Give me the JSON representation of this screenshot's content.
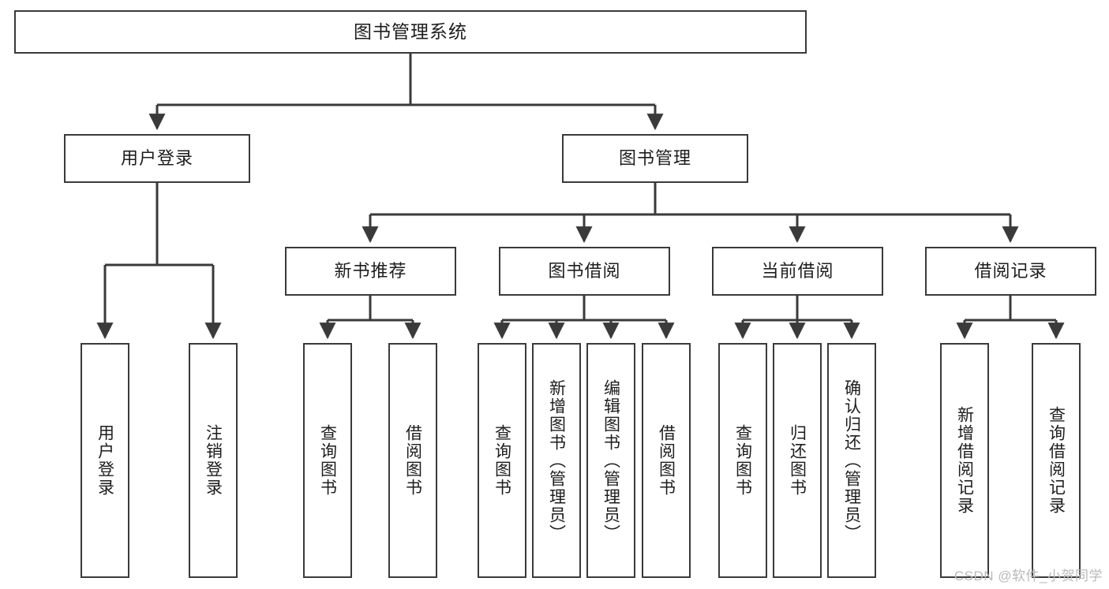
{
  "diagram": {
    "title": "图书管理系统",
    "type": "hierarchy-tree",
    "style": {
      "box_border_color": "#3a3a3a",
      "box_fill": "#ffffff",
      "connector_color": "#3a3a3a",
      "text_color": "#1d1d1d",
      "background": "#ffffff",
      "watermark_color": "#b9b9b9"
    },
    "watermark": "CSDN @软件_小贺同学",
    "levels": {
      "level1": [
        {
          "id": "root",
          "label": "图书管理系统",
          "orientation": "horizontal"
        }
      ],
      "level2": [
        {
          "id": "user-login",
          "label": "用户登录",
          "orientation": "horizontal",
          "parent": "root"
        },
        {
          "id": "book-manage",
          "label": "图书管理",
          "orientation": "horizontal",
          "parent": "root"
        }
      ],
      "level3": [
        {
          "id": "new-book-recommend",
          "label": "新书推荐",
          "orientation": "horizontal",
          "parent": "book-manage"
        },
        {
          "id": "book-borrow",
          "label": "图书借阅",
          "orientation": "horizontal",
          "parent": "book-manage"
        },
        {
          "id": "current-borrow",
          "label": "当前借阅",
          "orientation": "horizontal",
          "parent": "book-manage"
        },
        {
          "id": "borrow-record",
          "label": "借阅记录",
          "orientation": "horizontal",
          "parent": "book-manage"
        }
      ],
      "level4": [
        {
          "id": "leaf-user-login",
          "label": "用户登录",
          "orientation": "vertical",
          "parent": "user-login"
        },
        {
          "id": "leaf-logout",
          "label": "注销登录",
          "orientation": "vertical",
          "parent": "user-login"
        },
        {
          "id": "leaf-query-book-1",
          "label": "查询图书",
          "orientation": "vertical",
          "parent": "new-book-recommend"
        },
        {
          "id": "leaf-borrow-book-1",
          "label": "借阅图书",
          "orientation": "vertical",
          "parent": "new-book-recommend"
        },
        {
          "id": "leaf-query-book-2",
          "label": "查询图书",
          "orientation": "vertical",
          "parent": "book-borrow"
        },
        {
          "id": "leaf-add-book",
          "label": "新增图书（管理员）",
          "orientation": "vertical",
          "parent": "book-borrow"
        },
        {
          "id": "leaf-edit-book",
          "label": "编辑图书（管理员）",
          "orientation": "vertical",
          "parent": "book-borrow"
        },
        {
          "id": "leaf-borrow-book-2",
          "label": "借阅图书",
          "orientation": "vertical",
          "parent": "book-borrow"
        },
        {
          "id": "leaf-query-book-3",
          "label": "查询图书",
          "orientation": "vertical",
          "parent": "current-borrow"
        },
        {
          "id": "leaf-return-book",
          "label": "归还图书",
          "orientation": "vertical",
          "parent": "current-borrow"
        },
        {
          "id": "leaf-confirm-return",
          "label": "确认归还（管理员）",
          "orientation": "vertical",
          "parent": "current-borrow"
        },
        {
          "id": "leaf-add-record",
          "label": "新增借阅记录",
          "orientation": "vertical",
          "parent": "borrow-record"
        },
        {
          "id": "leaf-query-record",
          "label": "查询借阅记录",
          "orientation": "vertical",
          "parent": "borrow-record"
        }
      ]
    }
  }
}
